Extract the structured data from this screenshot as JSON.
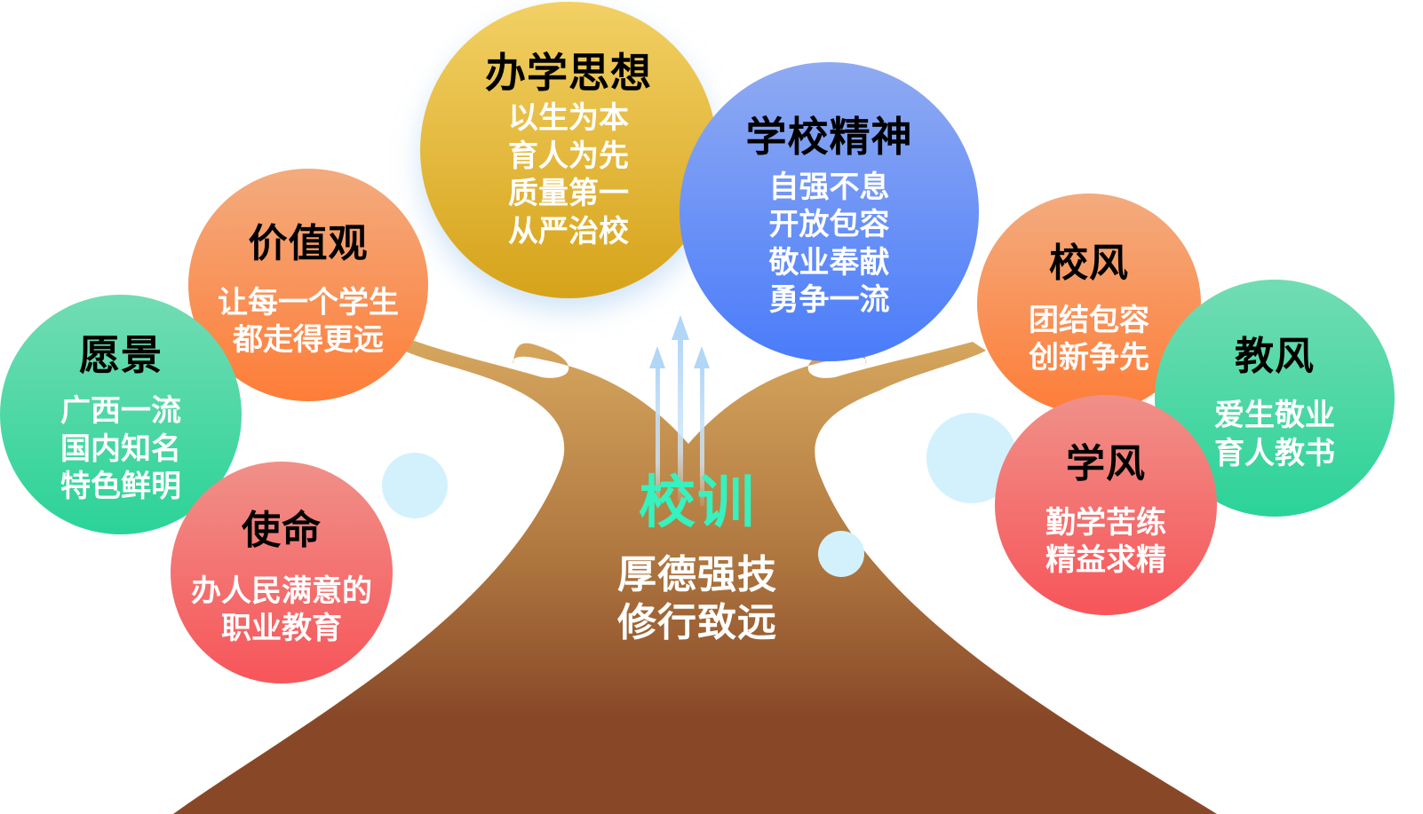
{
  "colors": {
    "trunk_top": "#d6a75e",
    "trunk_bottom": "#884828",
    "motto_heading": "#35f2be",
    "decor_bubble": "#d2f1fc",
    "arrow": "#b7d9f7"
  },
  "center": {
    "heading": "校训",
    "lines": [
      "厚德强技",
      "修行致远"
    ]
  },
  "bubbles": {
    "vision": {
      "title": "愿景",
      "lines": [
        "广西一流",
        "国内知名",
        "特色鲜明"
      ],
      "color": "green"
    },
    "values": {
      "title": "价值观",
      "lines": [
        "让每一个学生",
        "都走得更远"
      ],
      "color": "orange"
    },
    "mission": {
      "title": "使命",
      "lines": [
        "办人民满意的",
        "职业教育"
      ],
      "color": "red"
    },
    "philosophy": {
      "title": "办学思想",
      "lines": [
        "以生为本",
        "育人为先",
        "质量第一",
        "从严治校"
      ],
      "color": "yellow"
    },
    "spirit": {
      "title": "学校精神",
      "lines": [
        "自强不息",
        "开放包容",
        "敬业奉献",
        "勇争一流"
      ],
      "color": "blue"
    },
    "school_style": {
      "title": "校风",
      "lines": [
        "团结包容",
        "创新争先"
      ],
      "color": "orange"
    },
    "teaching_style": {
      "title": "教风",
      "lines": [
        "爱生敬业",
        "育人教书"
      ],
      "color": "green"
    },
    "study_style": {
      "title": "学风",
      "lines": [
        "勤学苦练",
        "精益求精"
      ],
      "color": "red"
    }
  },
  "icons": [
    "growth-arrows-icon",
    "tree-trunk-shape",
    "decor-circle"
  ]
}
